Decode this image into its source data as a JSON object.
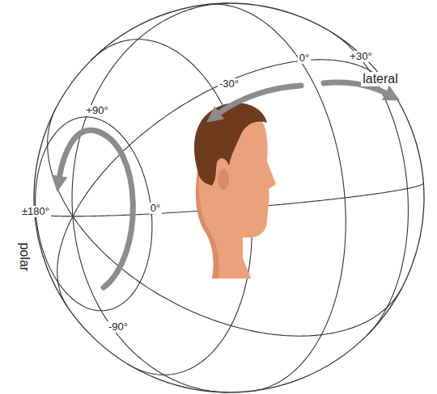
{
  "diagram": {
    "labels": [
      "0°",
      "+30°",
      "-30°",
      "lateral",
      "+90°",
      "±180°",
      "0°",
      "polar",
      "-90°"
    ]
  }
}
